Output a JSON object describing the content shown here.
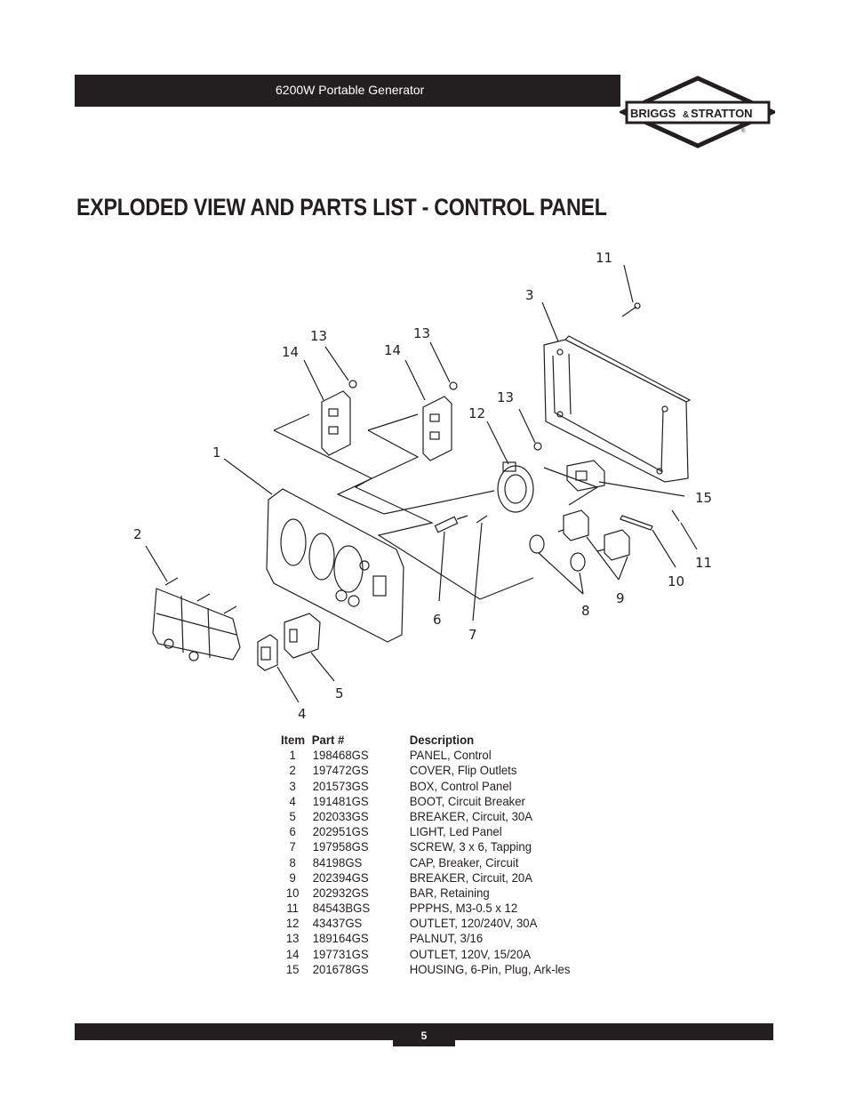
{
  "header": {
    "title": "6200W Portable Generator"
  },
  "logo": {
    "text_left": "BRIGGS",
    "text_amp": "&",
    "text_right": "STRATTON",
    "registered": "®"
  },
  "page_title": "EXPLODED VIEW AND PARTS LIST - CONTROL PANEL",
  "diagram": {
    "callouts": [
      "11",
      "3",
      "13",
      "14",
      "13",
      "14",
      "13",
      "12",
      "1",
      "2",
      "15",
      "11",
      "10",
      "9",
      "8",
      "6",
      "7",
      "5",
      "4"
    ]
  },
  "parts_list": {
    "headers": {
      "item": "Item",
      "part": "Part #",
      "description": "Description"
    },
    "rows": [
      {
        "item": "1",
        "part": "198468GS",
        "description": "PANEL, Control"
      },
      {
        "item": "2",
        "part": "197472GS",
        "description": "COVER, Flip Outlets"
      },
      {
        "item": "3",
        "part": "201573GS",
        "description": "BOX, Control Panel"
      },
      {
        "item": "4",
        "part": "191481GS",
        "description": "BOOT, Circuit Breaker"
      },
      {
        "item": "5",
        "part": "202033GS",
        "description": "BREAKER, Circuit, 30A"
      },
      {
        "item": "6",
        "part": "202951GS",
        "description": "LIGHT, Led Panel"
      },
      {
        "item": "7",
        "part": "197958GS",
        "description": "SCREW, 3 x 6, Tapping"
      },
      {
        "item": "8",
        "part": "84198GS",
        "description": "CAP, Breaker, Circuit"
      },
      {
        "item": "9",
        "part": "202394GS",
        "description": "BREAKER, Circuit, 20A"
      },
      {
        "item": "10",
        "part": "202932GS",
        "description": "BAR, Retaining"
      },
      {
        "item": "11",
        "part": "84543BGS",
        "description": "PPPHS, M3-0.5 x 12"
      },
      {
        "item": "12",
        "part": "43437GS",
        "description": "OUTLET, 120/240V, 30A"
      },
      {
        "item": "13",
        "part": "189164GS",
        "description": "PALNUT, 3/16"
      },
      {
        "item": "14",
        "part": "197731GS",
        "description": "OUTLET, 120V, 15/20A"
      },
      {
        "item": "15",
        "part": "201678GS",
        "description": "HOUSING, 6-Pin, Plug, Ark-les"
      }
    ]
  },
  "footer": {
    "page_number": "5"
  }
}
